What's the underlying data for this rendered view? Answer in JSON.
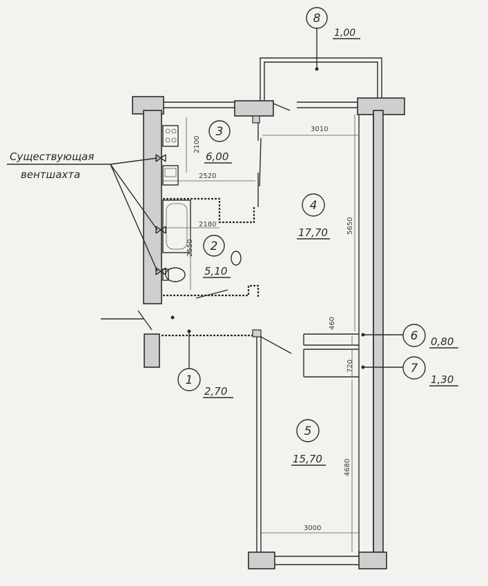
{
  "labels": {
    "ventshaft_line1": "Существующая",
    "ventshaft_line2": "вентшахта"
  },
  "rooms": [
    {
      "id": "1",
      "area": "2,70"
    },
    {
      "id": "2",
      "area": "5,10"
    },
    {
      "id": "3",
      "area": "6,00"
    },
    {
      "id": "4",
      "area": "17,70"
    },
    {
      "id": "5",
      "area": "15,70"
    },
    {
      "id": "6",
      "area": "0,80"
    },
    {
      "id": "7",
      "area": "1,30"
    },
    {
      "id": "8",
      "area": "1,00"
    }
  ],
  "dimensions": {
    "kitchen_height": "2100",
    "kitchen_width": "2520",
    "bath_width": "2180",
    "bath_height": "2550",
    "room4_width": "3010",
    "room4_height": "5650",
    "closet6": "460",
    "closet7": "720",
    "room5_height": "4680",
    "room5_width": "3000"
  },
  "colors": {
    "ink": "#2a2a2a",
    "wall_fill": "#cfcfcf",
    "paper": "#f3f2ef"
  }
}
